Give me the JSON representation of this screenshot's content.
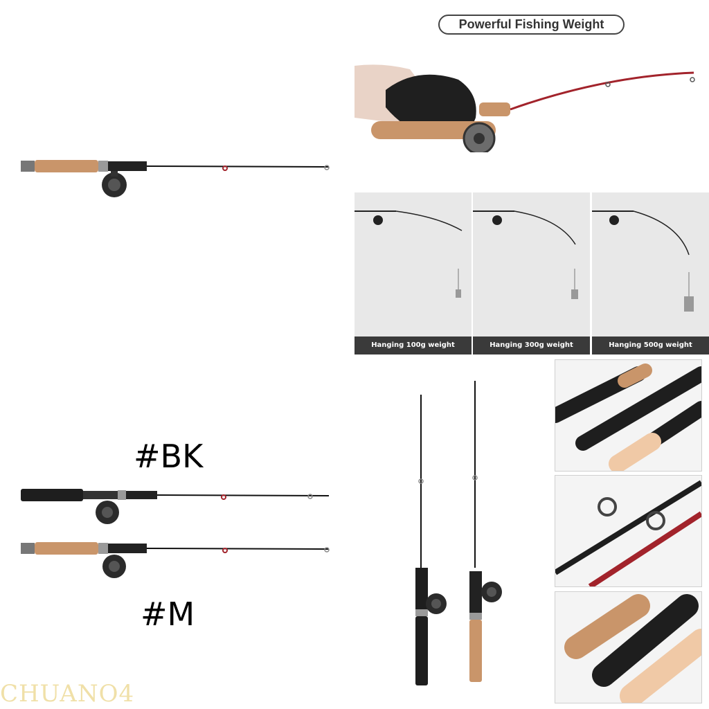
{
  "headline": "Powerful Fishing Weight",
  "weights": [
    {
      "caption": "Hanging 100g weight"
    },
    {
      "caption": "Hanging 300g weight"
    },
    {
      "caption": "Hanging 500g weight"
    }
  ],
  "variants": [
    {
      "label": "#BK"
    },
    {
      "label": "#M"
    }
  ],
  "watermark": "CHUANO4",
  "colors": {
    "cork": "#c9956a",
    "foam": "#1e1e1e",
    "reel": "#2b2b2b",
    "rod_red": "#a2232b",
    "caption_bg": "#3a3a3a",
    "panel_bg": "#e8e8e8"
  }
}
